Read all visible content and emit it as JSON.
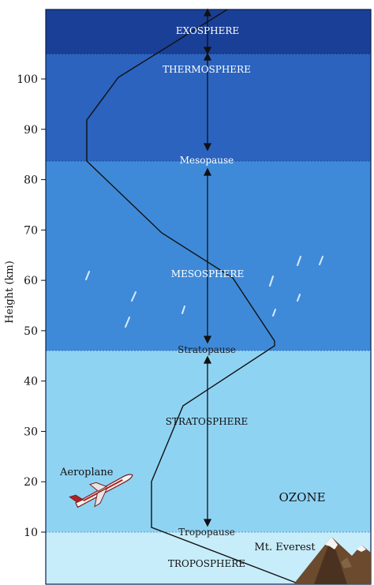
{
  "axis": {
    "title": "Height (km)",
    "ticks": [
      10,
      20,
      30,
      40,
      50,
      60,
      70,
      80,
      90,
      100
    ]
  },
  "layers": [
    {
      "key": "exosphere",
      "label": "EXOSPHERE",
      "color": "#1a3f96"
    },
    {
      "key": "thermosphere",
      "label": "THERMOSPHERE",
      "color": "#2b63be"
    },
    {
      "key": "mesosphere",
      "label": "MESOSPHERE",
      "color": "#3f8ad8"
    },
    {
      "key": "stratosphere",
      "label": "STRATOSPHERE",
      "color": "#8fd3f3"
    },
    {
      "key": "troposphere",
      "label": "TROPOSPHERE",
      "color": "#c7ecfa"
    }
  ],
  "pauses": {
    "mesopause": "Mesopause",
    "stratopause": "Stratopause",
    "tropopause": "Tropopause"
  },
  "annotations": {
    "aeroplane": "Aeroplane",
    "ozone": "OZONE",
    "everest": "Mt. Everest"
  }
}
